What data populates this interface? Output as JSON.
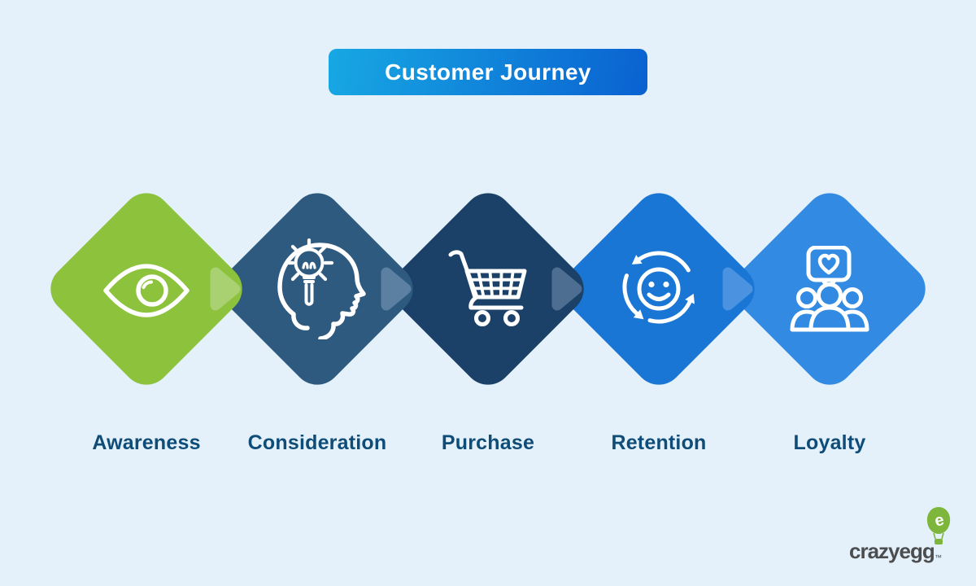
{
  "background": "#e4f1fa",
  "icon_color": "#ffffff",
  "label_color": "#0f4c77",
  "title": {
    "label": "Customer Journey",
    "text_color": "#ffffff",
    "gradient_css": "linear-gradient(100deg, #17a8e3, #0a61d1)"
  },
  "stages": [
    {
      "label": "Awareness",
      "color": "#8cc23c",
      "chevron_color": "#a9d172",
      "icon": "eye-icon"
    },
    {
      "label": "Consideration",
      "color": "#2f5a80",
      "chevron_color": "#5b80a2",
      "icon": "head-lightbulb-icon"
    },
    {
      "label": "Purchase",
      "color": "#1c4168",
      "chevron_color": "#4d6e90",
      "icon": "shopping-cart-icon"
    },
    {
      "label": "Retention",
      "color": "#1a76d5",
      "chevron_color": "#4b93e0",
      "icon": "smiley-refresh-icon"
    },
    {
      "label": "Loyalty",
      "color": "#338ae2",
      "chevron_color": "",
      "icon": "people-heart-icon"
    }
  ],
  "logo": {
    "text": "crazyegg",
    "trademark": "™",
    "balloon_letter": "e",
    "text_color": "#4c4d4f",
    "accent_color": "#7db63a"
  }
}
